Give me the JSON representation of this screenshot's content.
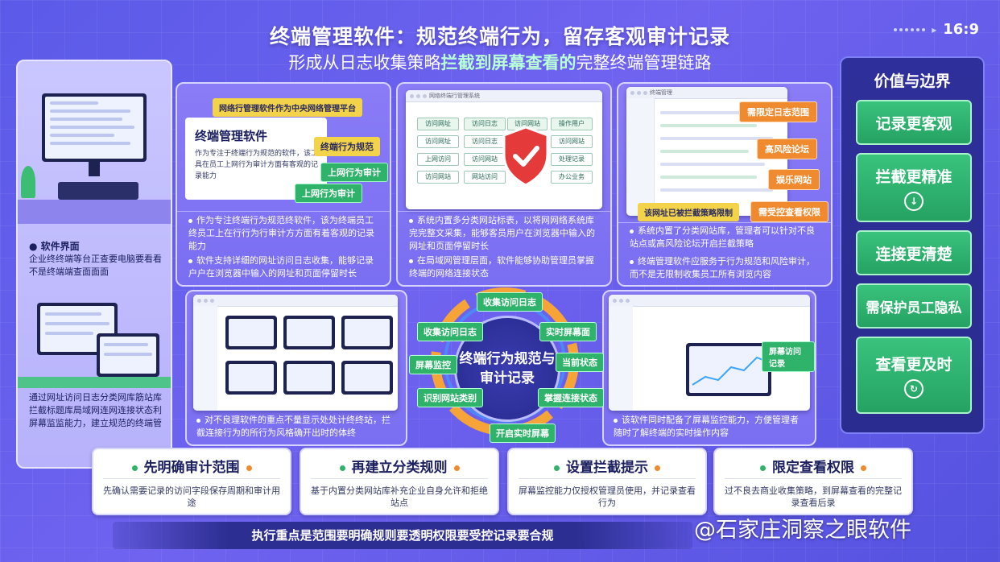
{
  "header": {
    "title": "终端管理软件：规范终端行为，留存客观审计记录",
    "subtitle_pre": "形成从日志收集策略",
    "subtitle_hl": "拦截到屏幕查看的",
    "subtitle_post": "完整终端管理链路",
    "ratio": "16:9"
  },
  "left": {
    "label1_head": "软件界面",
    "label1_text": "企业终终端等台正查要电脑要看看不是终端端查面面面",
    "label2_text": "通过网址访问日志分类网库筋站库拦截标题库局域网连网连接状态利屏幕监监能力，建立规范的终端管"
  },
  "panel1": {
    "yellow_tag": "网络行管理软件作为中央网络管理平台",
    "card_title": "终端管理软件",
    "card_text": "作为专注于终端行为规范的软件，该工具在员工上网行为审计方面有客观的记录能力",
    "tag1": "终端行为规范",
    "tag2": "上网行为审计",
    "tag3": "上网行为审计",
    "note1": "作为专注终端行为规范终软件，该为终端员工终员工上在行行为行审计方方面有着客观的记录能力",
    "note2": "软件支持详细的网址访问日志收集，能够记录户户在浏览器中输入的网址和页面停留时长"
  },
  "panel2": {
    "window_title": "网络终端行管理系统",
    "cells_header": [
      "访问网址",
      "访问日志",
      "访问网站",
      "操作用户"
    ],
    "cells": [
      "访问网址",
      "访问日志",
      "访问网站",
      "上网访问",
      "访问网站",
      "处理记录",
      "访问网站",
      "网站访问",
      "办公业务"
    ],
    "note1": "系统内置多分类网站标表，以将网网络系统库完完整文采集，能够客员用户在浏览器中输入的网址和页面停留时长",
    "note2": "在局域网管理层面，软件能够协助管理员掌握终端的网络连接状态"
  },
  "panel3": {
    "window_title": "终端管理",
    "tag1": "需限定日志范围",
    "tag2": "高风险论坛",
    "tag3": "娱乐网站",
    "tag4": "该网址已被拦截策略限制",
    "tag5": "需受控查看权限",
    "note1": "系统内置了分类网站库，管理者可以针对不良站点或高风险论坛开启拦截策略",
    "note2": "终端管理软件应服务于行为规范和风险审计，而不是无限制收集员工所有浏览内容"
  },
  "panel4": {
    "note": "对不良理软件的重点不量显示处处计终终站，拦截连接行为的所行为风格确开出时的体终"
  },
  "panel5": {
    "tag": "屏幕访问记录",
    "note": "该软件同时配备了屏幕监控能力，方便管理者随时了解终端的实时操作内容"
  },
  "cycle": {
    "center": "终端行为规范与审计记录",
    "items": [
      "收集访问日志",
      "实时屏幕面",
      "当前状态",
      "掌握连接状态",
      "开启实时屏幕",
      "识别网站类别",
      "屏幕监控",
      "收集访问日志"
    ]
  },
  "sidebar": {
    "title": "价值与边界",
    "items": [
      "记录更客观",
      "拦截更精准",
      "连接更清楚",
      "需保护员工隐私",
      "查看更及时"
    ]
  },
  "steps": [
    {
      "title": "先明确审计范围",
      "text": "先确认需要记录的访问字段保存周期和审计用途",
      "dot": "#2fb36a"
    },
    {
      "title": "再建立分类规则",
      "text": "基于内置分类网站库补充企业自身允许和拒绝站点",
      "dot": "#f08a2e"
    },
    {
      "title": "设置拦截提示",
      "text": "屏幕监控能力仅授权管理员使用，并记录查看行为",
      "dot": "#2fb36a"
    },
    {
      "title": "限定查看权限",
      "text": "过不良去商业收集策略，到屏幕查看的完整记录查看后录",
      "dot": "#f08a2e"
    }
  ],
  "footer": {
    "bar": "执行重点是范围要明确规则要透明权限要受控记录要合规",
    "watermark": "@石家庄洞察之眼软件"
  }
}
